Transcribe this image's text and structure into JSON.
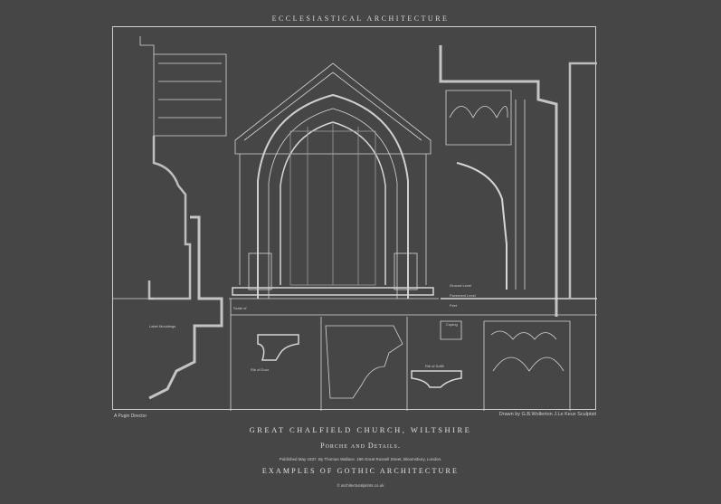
{
  "plate": {
    "header": "ECCLESIASTICAL ARCHITECTURE",
    "credit_left": "A Pugin Director",
    "credit_right": "Drawn by G.B.Wollerton  J.Le Keux  Sculptsit",
    "title": "GREAT CHALFIELD CHURCH, WILTSHIRE",
    "subtitle": "Porche and Details.",
    "published": "Published May 1837. By Thomas Wallace. 186 Great Russell Street, Bloomsbury, London.",
    "series": "EXAMPLES OF GOTHIC ARCHITECTURE",
    "copyright": "© architecturalprints.co.uk"
  },
  "drawing_labels": {
    "label_1": "Label Mouldings",
    "label_2": "Scale of",
    "label_3": "Rib of Door",
    "label_4": "Rib of Soffit",
    "label_5": "Ground Level",
    "label_6": "Pavement Level",
    "label_7": "Feet",
    "label_8": "Coping"
  }
}
